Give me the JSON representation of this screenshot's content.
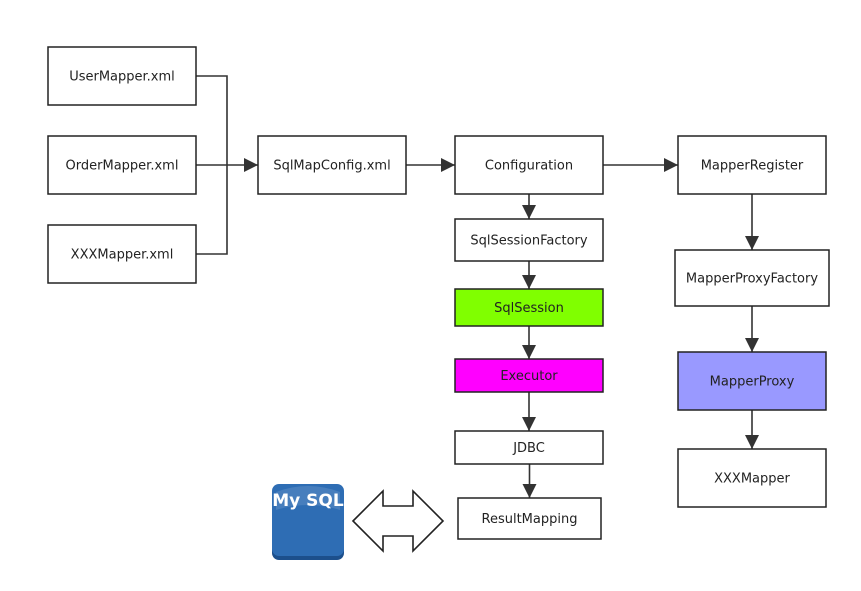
{
  "nodes": {
    "user_mapper_xml": {
      "label": "UserMapper.xml",
      "fill": "#ffffff"
    },
    "order_mapper_xml": {
      "label": "OrderMapper.xml",
      "fill": "#ffffff"
    },
    "xxx_mapper_xml": {
      "label": "XXXMapper.xml",
      "fill": "#ffffff"
    },
    "sql_map_config": {
      "label": "SqlMapConfig.xml",
      "fill": "#ffffff"
    },
    "configuration": {
      "label": "Configuration",
      "fill": "#ffffff"
    },
    "mapper_register": {
      "label": "MapperRegister",
      "fill": "#ffffff"
    },
    "sql_session_factory": {
      "label": "SqlSessionFactory",
      "fill": "#ffffff"
    },
    "sql_session": {
      "label": "SqlSession",
      "fill": "#80ff00"
    },
    "executor": {
      "label": "Executor",
      "fill": "#ff00ff"
    },
    "jdbc": {
      "label": "JDBC",
      "fill": "#ffffff"
    },
    "result_mapping": {
      "label": "ResultMapping",
      "fill": "#ffffff"
    },
    "mapper_proxy_factory": {
      "label": "MapperProxyFactory",
      "fill": "#ffffff"
    },
    "mapper_proxy": {
      "label": "MapperProxy",
      "fill": "#9999ff"
    },
    "xxx_mapper": {
      "label": "XXXMapper",
      "fill": "#ffffff"
    }
  },
  "database": {
    "label": "My SQL",
    "color": "#2e6db4"
  },
  "edges": [
    {
      "from": "user_mapper_xml",
      "to": "sql_map_config"
    },
    {
      "from": "order_mapper_xml",
      "to": "sql_map_config"
    },
    {
      "from": "xxx_mapper_xml",
      "to": "sql_map_config"
    },
    {
      "from": "sql_map_config",
      "to": "configuration"
    },
    {
      "from": "configuration",
      "to": "mapper_register"
    },
    {
      "from": "configuration",
      "to": "sql_session_factory"
    },
    {
      "from": "sql_session_factory",
      "to": "sql_session"
    },
    {
      "from": "sql_session",
      "to": "executor"
    },
    {
      "from": "executor",
      "to": "jdbc"
    },
    {
      "from": "jdbc",
      "to": "result_mapping"
    },
    {
      "from": "mapper_register",
      "to": "mapper_proxy_factory"
    },
    {
      "from": "mapper_proxy_factory",
      "to": "mapper_proxy"
    },
    {
      "from": "mapper_proxy",
      "to": "xxx_mapper"
    },
    {
      "from": "database",
      "to": "result_mapping",
      "bidirectional": true
    }
  ]
}
